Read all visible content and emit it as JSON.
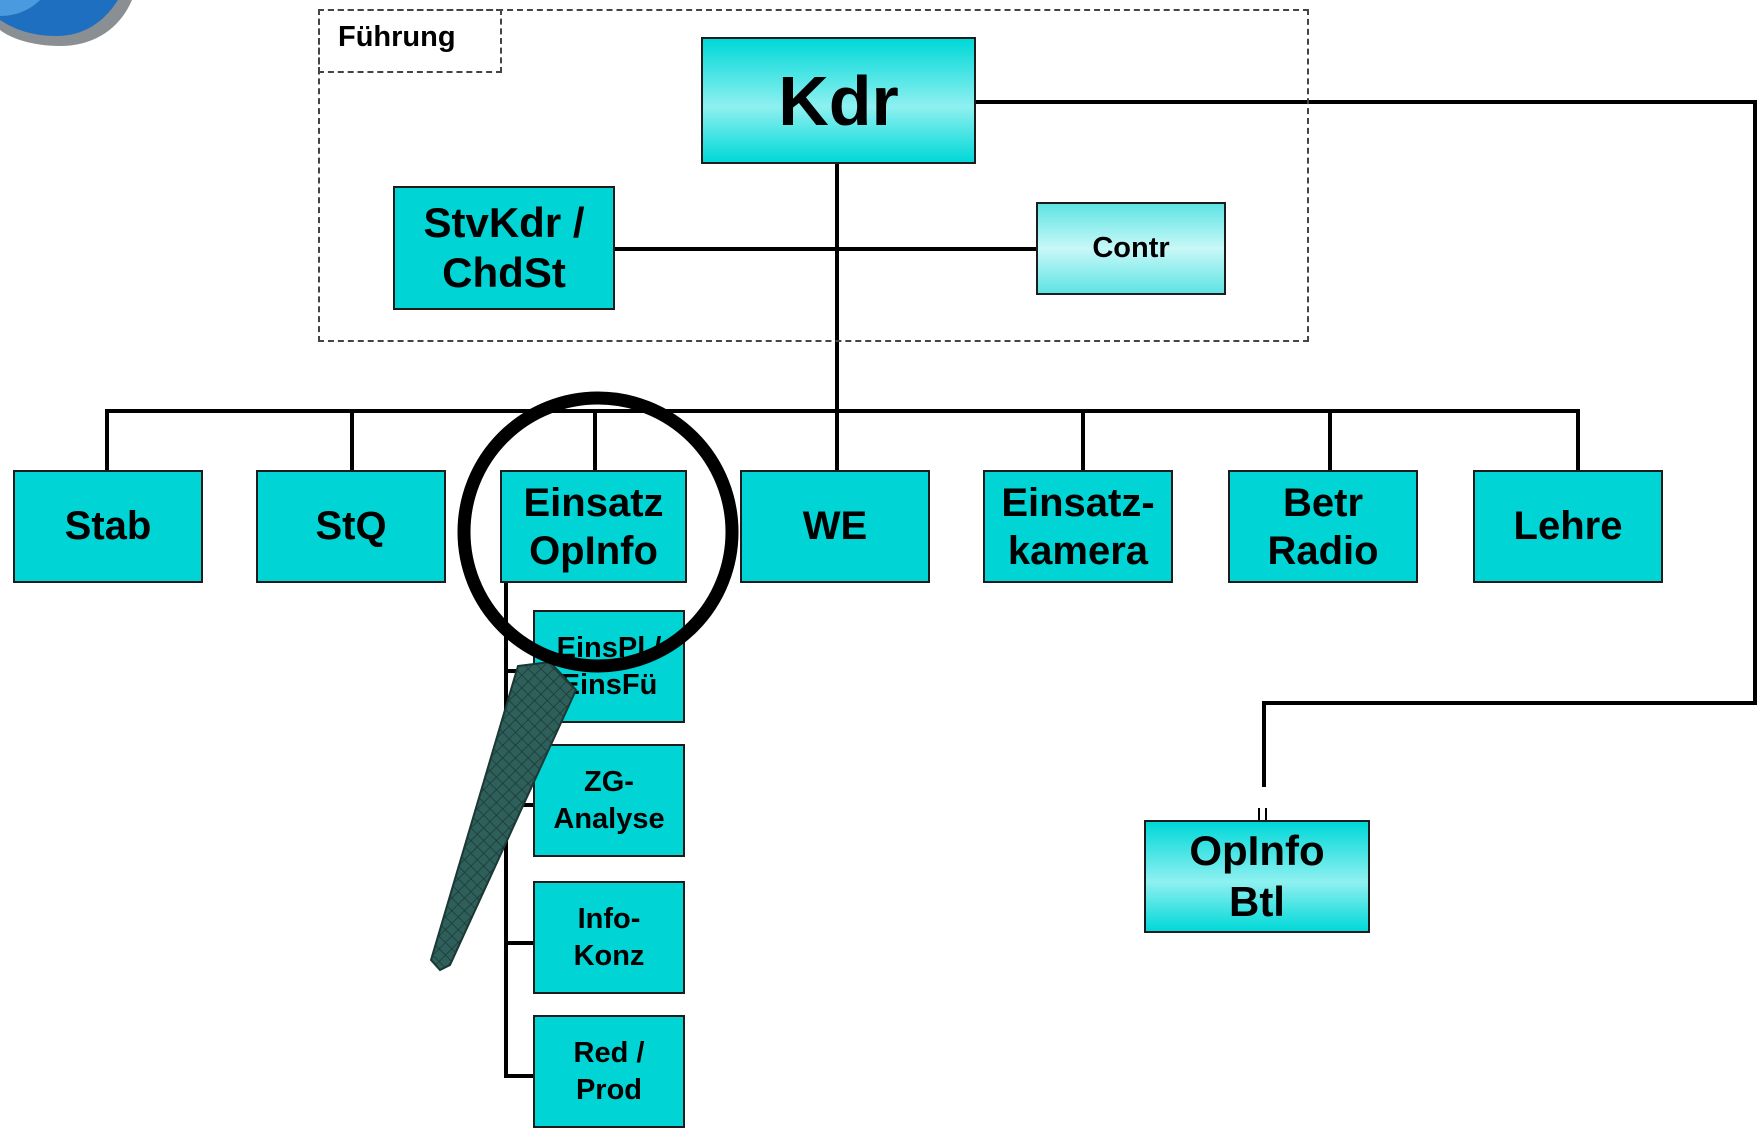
{
  "group": {
    "label": "Führung"
  },
  "nodes": {
    "kdr": "Kdr",
    "stvkdr": "StvKdr /\nChdSt",
    "contr": "Contr",
    "stab": "Stab",
    "stq": "StQ",
    "einsatz_opinfo": "Einsatz\nOpInfo",
    "we": "WE",
    "einsatzkamera": "Einsatz-\nkamera",
    "betr_radio": "Betr\nRadio",
    "lehre": "Lehre",
    "einspl_einsfu": "EinsPl /\nEinsFü",
    "zg_analyse": "ZG-\nAnalyse",
    "info_konz": "Info-\nKonz",
    "red_prod": "Red /\nProd",
    "opinfo_btl": "OpInfo\nBtl"
  },
  "colors": {
    "box_fill": "#00d4d4",
    "box_border": "#1c1c1c",
    "connector": "#000000",
    "magnifier_ring": "#000000",
    "magnifier_handle": "#2f5f5a",
    "logo_blue": "#1f6fc0",
    "logo_grey": "#8a8f94"
  },
  "icons": {
    "magnifier": "magnifying-glass-icon",
    "logo": "logo-emblem-icon"
  }
}
